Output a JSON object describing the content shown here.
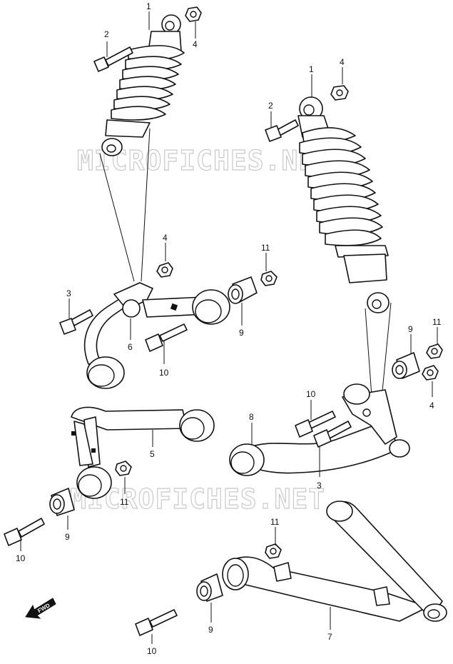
{
  "watermark": "MICROFICHES.NET",
  "fwd_label": "FWD",
  "callouts": [
    {
      "id": "c1a",
      "text": "1"
    },
    {
      "id": "c2a",
      "text": "2"
    },
    {
      "id": "c4a",
      "text": "4"
    },
    {
      "id": "c1b",
      "text": "1"
    },
    {
      "id": "c4b",
      "text": "4"
    },
    {
      "id": "c2b",
      "text": "2"
    },
    {
      "id": "c4c",
      "text": "4"
    },
    {
      "id": "c11a",
      "text": "11"
    },
    {
      "id": "c3a",
      "text": "3"
    },
    {
      "id": "c6",
      "text": "6"
    },
    {
      "id": "c9a",
      "text": "9"
    },
    {
      "id": "c10a",
      "text": "10"
    },
    {
      "id": "c9b",
      "text": "9"
    },
    {
      "id": "c11b",
      "text": "11"
    },
    {
      "id": "c10b",
      "text": "10"
    },
    {
      "id": "c4d",
      "text": "4"
    },
    {
      "id": "c8",
      "text": "8"
    },
    {
      "id": "c3b",
      "text": "3"
    },
    {
      "id": "c5",
      "text": "5"
    },
    {
      "id": "c11c",
      "text": "11"
    },
    {
      "id": "c9c",
      "text": "9"
    },
    {
      "id": "c10c",
      "text": "10"
    },
    {
      "id": "c11d",
      "text": "11"
    },
    {
      "id": "c9d",
      "text": "9"
    },
    {
      "id": "c10d",
      "text": "10"
    },
    {
      "id": "c7",
      "text": "7"
    }
  ]
}
